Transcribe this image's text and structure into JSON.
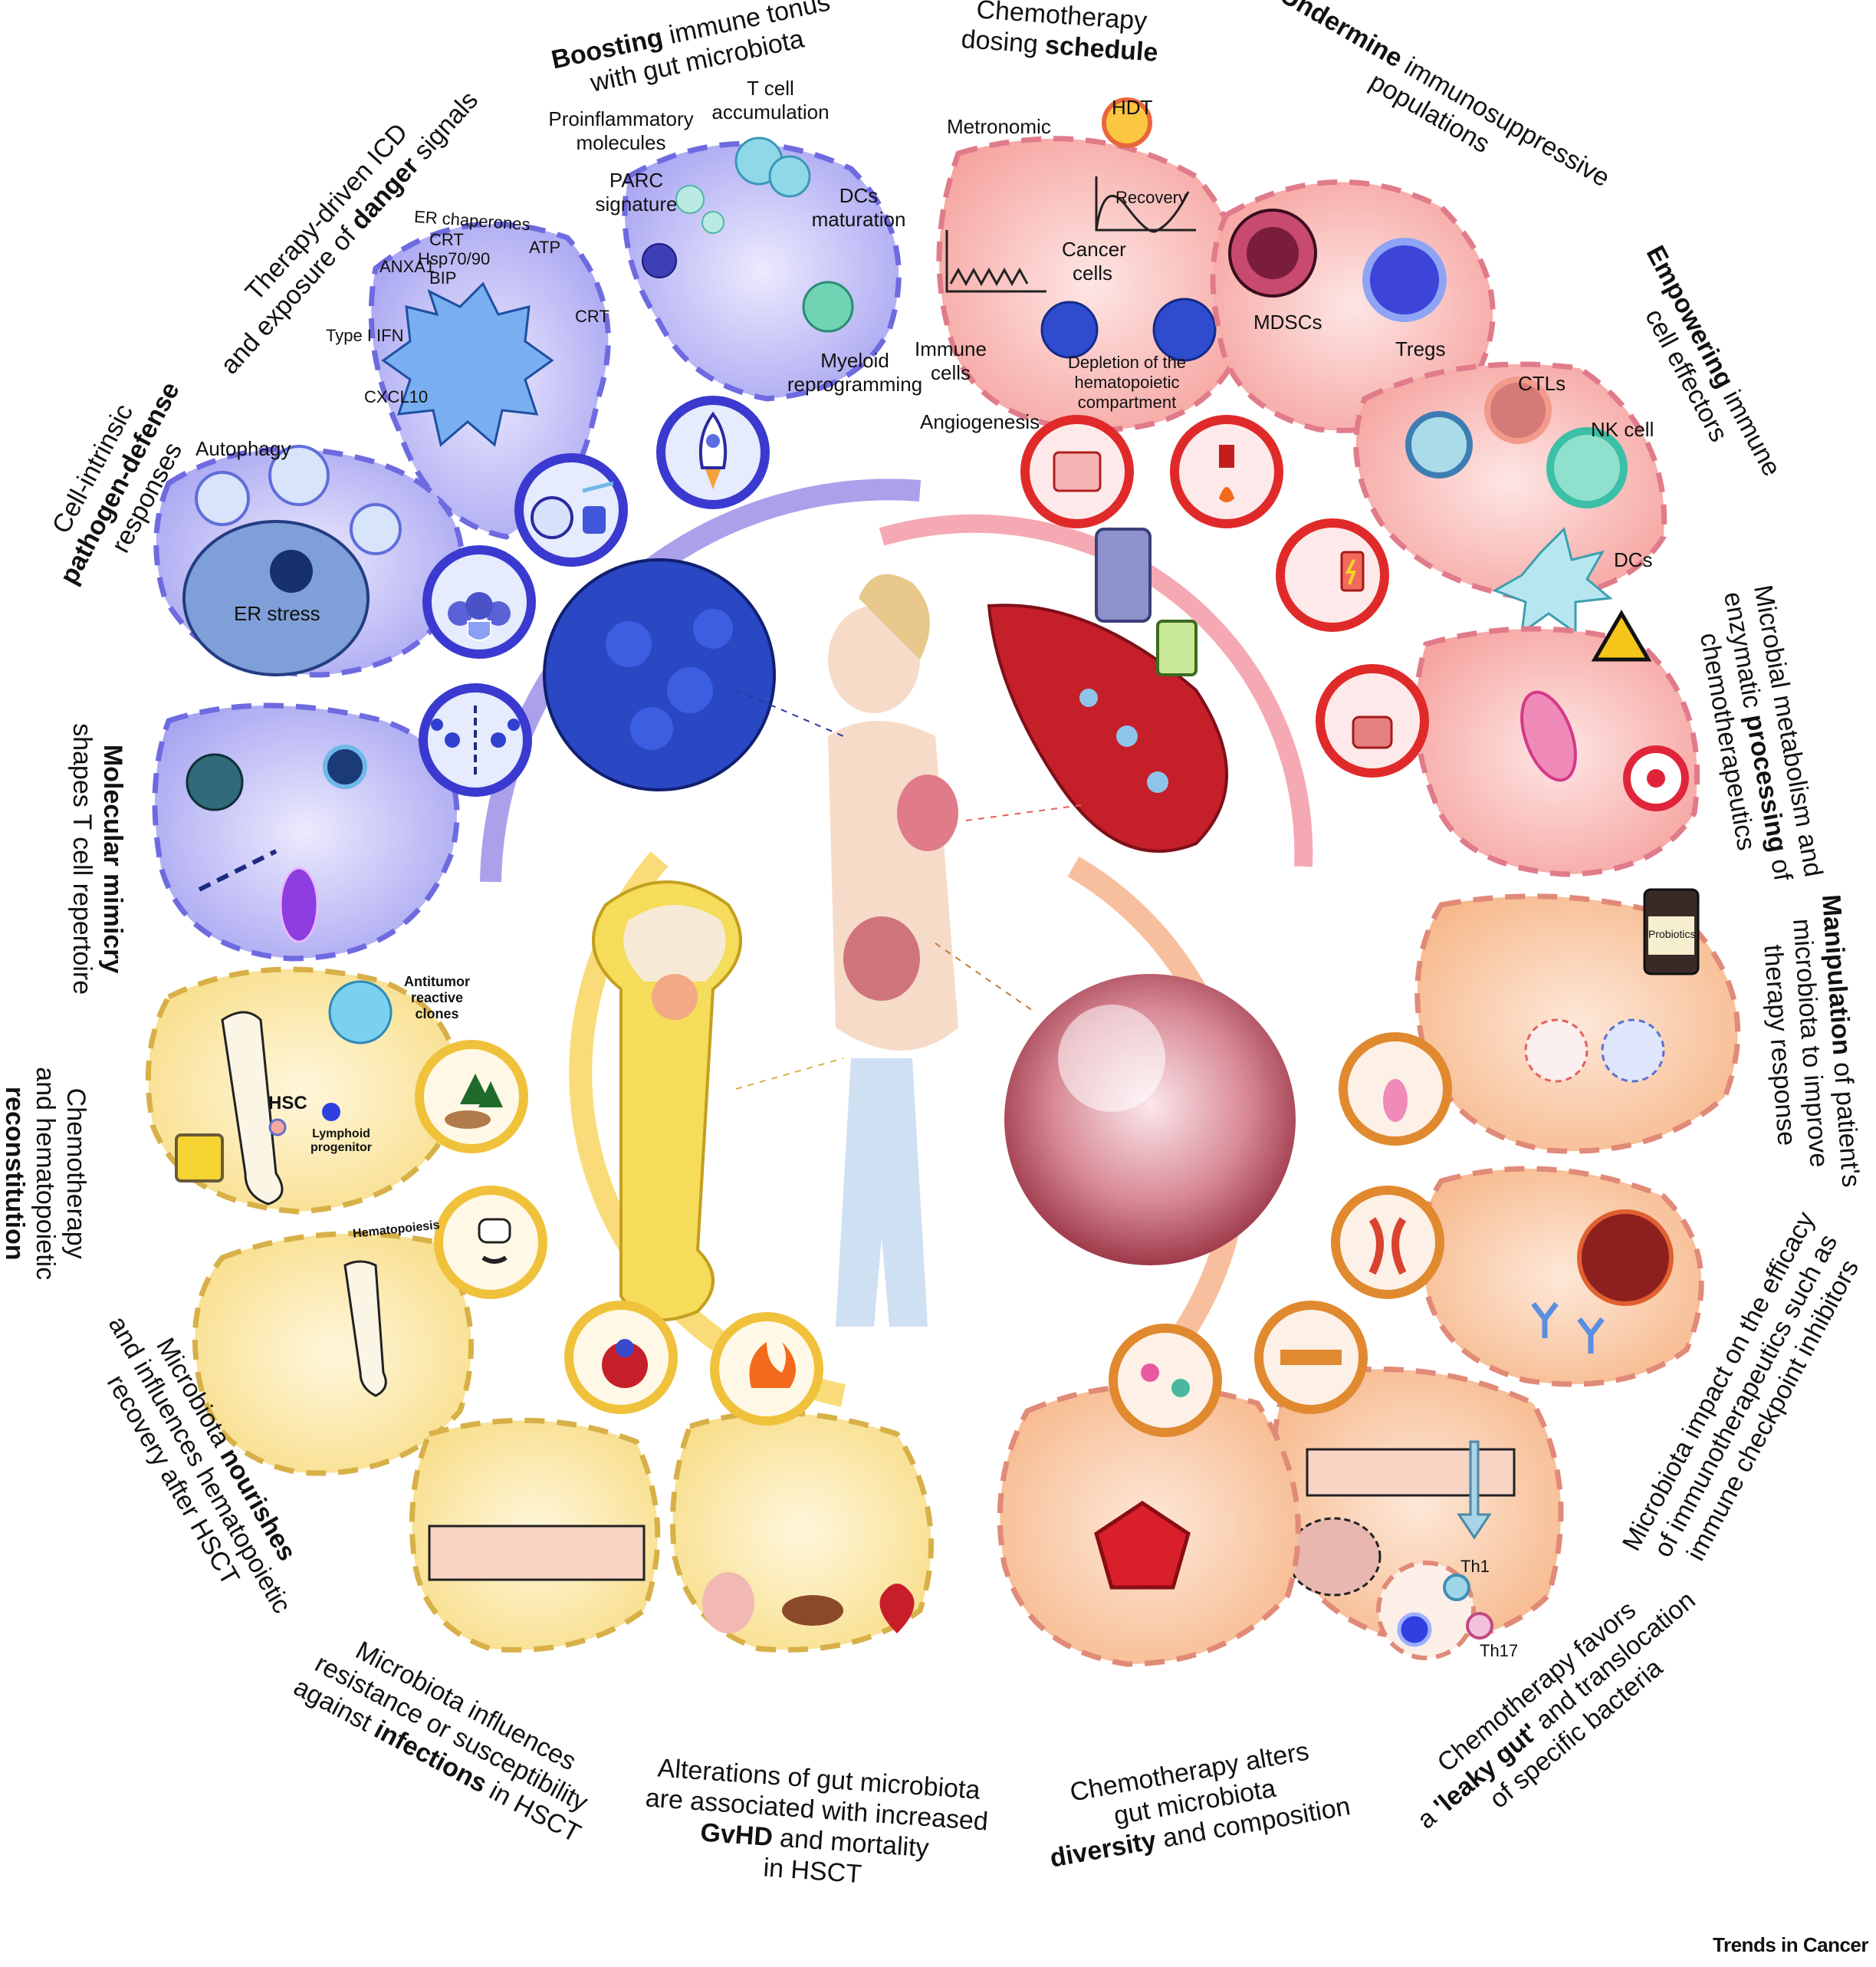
{
  "figure": {
    "publisher_mark": "Trends in Cancer",
    "center": {
      "subject": "human-body",
      "organs": [
        "tumor",
        "blood-vessel",
        "bone",
        "gut-lumen"
      ]
    },
    "quadrant_colors": {
      "immune_blue": "#7b78e6",
      "chemo_red": "#f07878",
      "gut_orange": "#f5a877",
      "hsct_yellow": "#f5d76e"
    }
  },
  "captions": {
    "boosting": {
      "bold": "Boosting",
      "rest1": " immune tonus",
      "line2": "with gut microbiota"
    },
    "schedule": {
      "line1": "Chemotherapy",
      "line2_pre": "dosing ",
      "bold": "schedule"
    },
    "undermine": {
      "bold": "Undermine",
      "rest1": " immunosuppressive",
      "line2": "populations"
    },
    "empowering": {
      "bold": "Empowering",
      "rest1": " immune",
      "line2": "cell effectors"
    },
    "microbial_metabolism": {
      "line1": "Microbial metabolism and",
      "line2_pre": "enzymatic ",
      "bold": "processing",
      "line2_post": " of",
      "line3": "chemotherapeutics"
    },
    "manipulation": {
      "bold": "Manipulation",
      "rest1": " of patient's",
      "line2": "microbiota to improve",
      "line3": "therapy response"
    },
    "immunotherapeutics": {
      "line1": "Microbiota impact on the efficacy",
      "line2": "of immunotherapeutics such as",
      "line3": "immune checkpoint inhibitors"
    },
    "leaky_gut": {
      "line1": "Chemotherapy favors",
      "line2_pre": "a ",
      "bold": "'leaky gut'",
      "line2_post": " and translocation",
      "line3": "of specific bacteria"
    },
    "diversity": {
      "line1": "Chemotherapy alters",
      "line2": "gut microbiota",
      "bold": "diversity",
      "line3_post": " and composition"
    },
    "gvhd": {
      "line1": "Alterations of gut microbiota",
      "line2": "are associated with increased",
      "bold": "GvHD",
      "line3_post": " and mortality",
      "line4": "in HSCT"
    },
    "infections": {
      "line1": "Microbiota influences",
      "line2": "resistance or susceptibility",
      "line3_pre": "against ",
      "bold": "infections",
      "line3_post": " in HSCT"
    },
    "nourishes": {
      "line1_pre": "Microbiota ",
      "bold": "nourishes",
      "line2": "and influences hematopoietic",
      "line3": "recovery after HSCT"
    },
    "reconstitution": {
      "line1": "Chemotherapy",
      "line2": "and hematopoietic",
      "bold": "reconstitution"
    },
    "mimicry": {
      "bold": "Molecular mimicry",
      "line2": "shapes  T cell repertoire"
    },
    "pathogen_defense": {
      "line1": "Cell-intrinsic",
      "bold": "pathogen-defense",
      "line3": "responses"
    },
    "icd": {
      "line1": "Therapy-driven ICD",
      "line2_pre": "and exposure of ",
      "bold": "danger",
      "line2_post": " signals"
    }
  },
  "panels": {
    "icd": {
      "labels": [
        "ER chaperones",
        "CRT",
        "Hsp70/90",
        "ANXA1",
        "BIP",
        "ATP",
        "CRT",
        "Type I IFN",
        "CXCL10"
      ]
    },
    "boosting": {
      "labels": [
        "Proinflammatory molecules",
        "T cell accumulation",
        "PARC signature",
        "DCs maturation",
        "Myeloid reprogramming"
      ]
    },
    "schedule": {
      "labels": [
        "Metronomic",
        "HDT",
        "Recovery",
        "Cancer cells",
        "Immune cells",
        "Angiogenesis",
        "Depletion of the hematopoietic compartment"
      ]
    },
    "undermine": {
      "labels": [
        "MDSCs",
        "Tregs"
      ]
    },
    "empowering": {
      "labels": [
        "CTLs",
        "NK cell",
        "DCs"
      ]
    },
    "manipulation": {
      "labels": [
        "Probiotics"
      ]
    },
    "leaky_gut": {
      "labels": [
        "Th1",
        "Th17"
      ]
    },
    "pathogen_defense": {
      "labels": [
        "Autophagy",
        "ER stress"
      ]
    },
    "reconstitution": {
      "labels": [
        "Antitumor reactive clones",
        "HSC",
        "Lymphoid progenitor"
      ]
    },
    "nourishes": {
      "labels": [
        "Hematopoiesis"
      ]
    }
  },
  "hub_icons": [
    {
      "name": "rocket-icon",
      "quadrant": "immune_blue"
    },
    {
      "name": "alarm-bell-icon",
      "quadrant": "immune_blue"
    },
    {
      "name": "shield-community-icon",
      "quadrant": "immune_blue"
    },
    {
      "name": "molecule-mirror-icon",
      "quadrant": "immune_blue"
    },
    {
      "name": "calendar-pills-icon",
      "quadrant": "chemo_red"
    },
    {
      "name": "fire-extinguisher-icon",
      "quadrant": "chemo_red"
    },
    {
      "name": "muscle-battery-icon",
      "quadrant": "chemo_red"
    },
    {
      "name": "mortar-pestle-icon",
      "quadrant": "chemo_red"
    },
    {
      "name": "puppet-bacterium-icon",
      "quadrant": "gut_orange"
    },
    {
      "name": "antibody-icon",
      "quadrant": "gut_orange"
    },
    {
      "name": "leaky-pipe-icon",
      "quadrant": "gut_orange"
    },
    {
      "name": "bacteria-handprints-icon",
      "quadrant": "gut_orange"
    },
    {
      "name": "forest-regrowth-icon",
      "quadrant": "hsct_yellow"
    },
    {
      "name": "chef-cutlery-icon",
      "quadrant": "hsct_yellow"
    },
    {
      "name": "sick-blood-cell-icon",
      "quadrant": "hsct_yellow"
    },
    {
      "name": "flames-icon",
      "quadrant": "hsct_yellow"
    }
  ]
}
